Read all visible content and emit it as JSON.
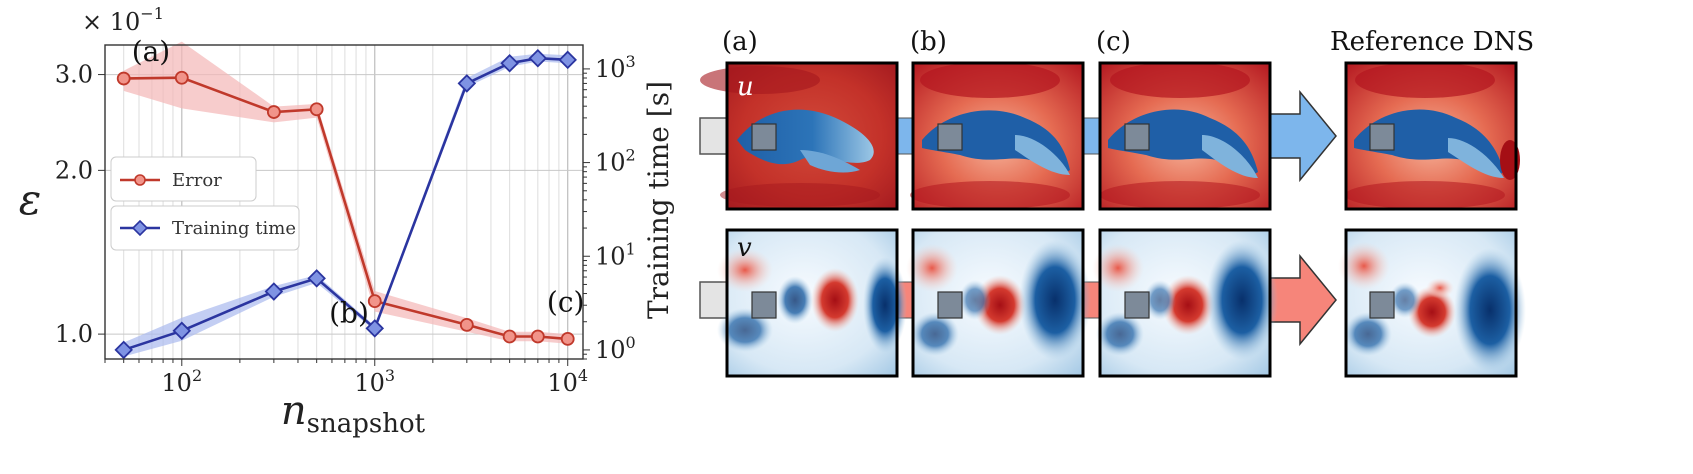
{
  "chart_data": {
    "type": "line",
    "x_axis": {
      "label": "n",
      "label_subscript": "snapshot",
      "scale": "log",
      "range": [
        40,
        12000
      ],
      "ticks": [
        {
          "value": 100,
          "base": "10",
          "exp": "2"
        },
        {
          "value": 1000,
          "base": "10",
          "exp": "3"
        },
        {
          "value": 10000,
          "base": "10",
          "exp": "4"
        }
      ]
    },
    "y_left": {
      "label": "ε",
      "scale": "log",
      "range": [
        0.09,
        0.34
      ],
      "multiplier": {
        "prefix": "× 10",
        "exp": "−1"
      },
      "ticks": [
        {
          "value": 0.1,
          "text": "1.0"
        },
        {
          "value": 0.2,
          "text": "2.0"
        },
        {
          "value": 0.3,
          "text": "3.0"
        }
      ]
    },
    "y_right": {
      "label": "Training time [s]",
      "scale": "log",
      "range": [
        0.8,
        1800
      ],
      "ticks": [
        {
          "value": 1,
          "base": "10",
          "exp": "0"
        },
        {
          "value": 10,
          "base": "10",
          "exp": "1"
        },
        {
          "value": 100,
          "base": "10",
          "exp": "2"
        },
        {
          "value": 1000,
          "base": "10",
          "exp": "3"
        }
      ]
    },
    "grid": true,
    "legend_position": "center-left",
    "series": [
      {
        "name": "Error",
        "axis": "left",
        "color": "#c0392b",
        "band_color": "#f4b6b6",
        "marker": "circle",
        "x": [
          50,
          100,
          300,
          500,
          1000,
          3000,
          5000,
          7000,
          10000
        ],
        "y": [
          0.295,
          0.296,
          0.256,
          0.259,
          0.115,
          0.104,
          0.099,
          0.099,
          0.098
        ],
        "lower": [
          0.28,
          0.26,
          0.245,
          0.25,
          0.11,
          0.101,
          0.097,
          0.097,
          0.096
        ],
        "upper": [
          0.305,
          0.345,
          0.262,
          0.265,
          0.12,
          0.107,
          0.101,
          0.101,
          0.1
        ]
      },
      {
        "name": "Training time",
        "axis": "right",
        "color": "#2b35a0",
        "band_color": "#a9b9ee",
        "marker": "diamond",
        "x": [
          50,
          100,
          300,
          500,
          1000,
          3000,
          5000,
          7000,
          10000
        ],
        "y": [
          1.0,
          1.6,
          4.2,
          5.8,
          1.7,
          700,
          1150,
          1300,
          1250
        ],
        "lower": [
          0.85,
          1.25,
          3.7,
          5.2,
          1.6,
          640,
          1050,
          1200,
          1150
        ],
        "upper": [
          1.2,
          2.2,
          4.8,
          6.3,
          1.8,
          800,
          1350,
          1450,
          1400
        ]
      }
    ],
    "annotations": [
      {
        "text": "(a)",
        "x": 55,
        "y": 0.318
      },
      {
        "text": "(b)",
        "x": 580,
        "y": 0.105
      },
      {
        "text": "(c)",
        "x": 7800,
        "y": 0.11
      }
    ]
  },
  "panel_grid": {
    "column_titles": [
      "(a)",
      "(b)",
      "(c)",
      "Reference DNS"
    ],
    "row_labels": [
      "u",
      "v"
    ],
    "colors": {
      "u_arrow": "#7db6ec",
      "v_arrow": "#f6857a",
      "obstacle": "#7d8a99",
      "inlet": "#e4e4e4",
      "blue_dark": "#0d4a8c",
      "red_dark": "#b30f1f"
    }
  }
}
